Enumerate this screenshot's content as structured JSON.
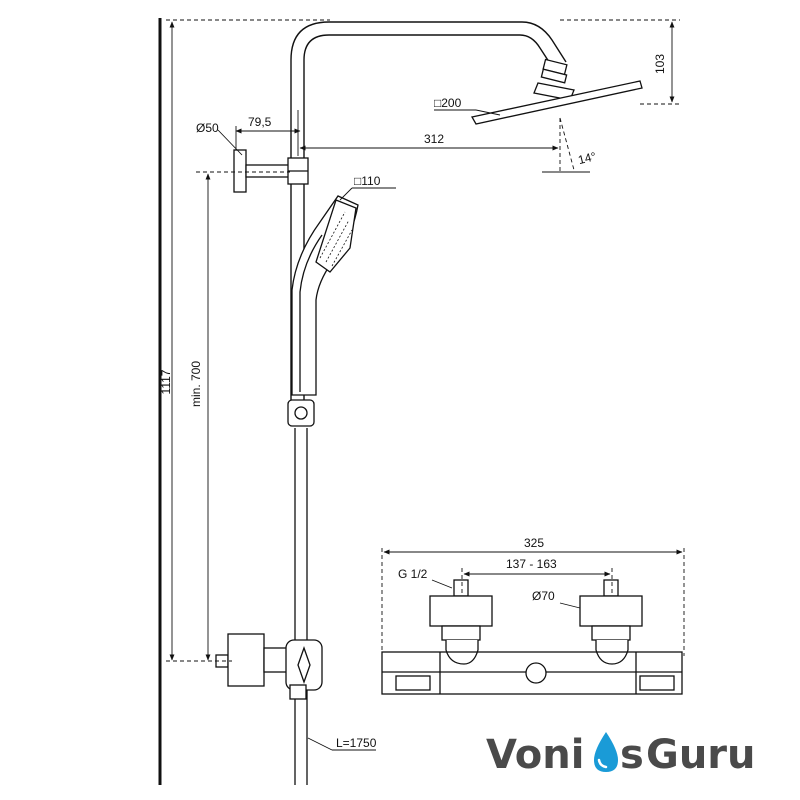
{
  "dimensions": {
    "total_height": "1117",
    "head_drop": "103",
    "head_size": "□200",
    "arm_offset": "79,5",
    "bracket_diameter": "Ø50",
    "head_reach": "312",
    "head_tilt": "14°",
    "hand_shower_size": "□110",
    "min_height": "min. 700",
    "hose_length": "L=1750",
    "valve_width": "325",
    "thread": "G 1/2",
    "connection_centres": "137 - 163",
    "connection_diameter": "Ø70"
  },
  "logo": {
    "part1": "Voni",
    "part2": "s",
    "part3": "Guru",
    "text_color": "#4a4a4a",
    "drop_color": "#1a9bd7"
  }
}
